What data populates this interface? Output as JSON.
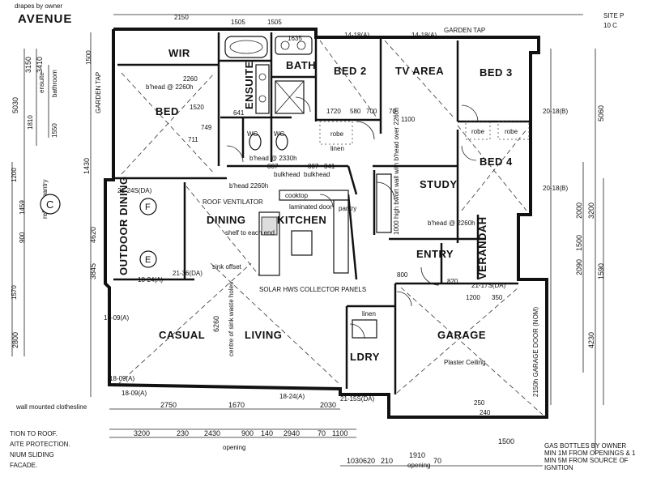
{
  "street": "AVENUE",
  "street_note": "drapes by owner",
  "rooms": {
    "wir": "WIR",
    "bed": "BED",
    "ensuite": "ENSUITE",
    "bath": "BATH",
    "bed2": "BED 2",
    "tv": "TV AREA",
    "bed3": "BED 3",
    "bed4": "BED 4",
    "study": "STUDY",
    "outdoor": "OUTDOOR DINING",
    "dining": "DINING",
    "kitchen": "KITCHEN",
    "entry": "ENTRY",
    "verandah": "VERANDAH",
    "casual": "CASUAL",
    "living": "LIVING",
    "ldry": "LDRY",
    "garage": "GARAGE",
    "garage_ceiling": "Plaster Ceiling",
    "wc1": "WC",
    "wc2": "WC"
  },
  "labels": {
    "garden_tap_top": "GARDEN TAP",
    "garden_tap_left": "GARDEN TAP",
    "bhead_bed": "b'head @ 2260h",
    "bhead_hall": "b'head @ 2330h",
    "bhead_dining": "b'head 2260h",
    "bhead_entry": "b'head @ 2260h",
    "roof_vent": "ROOF VENTILATOR",
    "shelf": "shelf to each end",
    "sink_offset": "sink offset",
    "solar": "SOLAR HWS COLLECTOR PANELS",
    "sink_waste": "centre of sink waste holes",
    "clothesline": "wall mounted clothesline",
    "garage_door": "2150h GARAGE DOOR (NOM)",
    "study_note": "1000 high bwort wall with b'head over 2260h",
    "laminated_door": "laminated door",
    "cooktop": "cooktop",
    "bulkhead1": "bulkhead",
    "bulkhead2": "bulkhead",
    "linen1": "linen",
    "linen2": "linen",
    "robe1": "robe",
    "robe2": "robe",
    "robe3": "robe",
    "pantry": "pantry",
    "circle_c": "C",
    "circle_f": "F",
    "circle_e": "E",
    "opening1": "opening",
    "opening2": "opening",
    "bathroom_note": "bathroom",
    "ensuite_note": "ensuite",
    "pantry_note": "ref w/o pantry",
    "street_right1": "SITE P",
    "street_right2": "10 C"
  },
  "notes_bottom": [
    "TION TO ROOF.",
    "AITE PROTECTION.",
    "NIUM SLIDING",
    "FACADE."
  ],
  "notes_gas": [
    "GAS BOTTLES BY OWNER",
    "MIN 1M FROM OPENINGS & 1",
    "MIN 5M FROM SOURCE OF",
    "IGNITION"
  ],
  "dims_bottom_outer": [
    "3200",
    "230",
    "2430",
    "900",
    "140",
    "2940",
    "70",
    "1100"
  ],
  "dims_bottom_inner": [
    "2750",
    "1670",
    "2030"
  ],
  "dims_bottom_right": [
    "1030",
    "620",
    "210",
    "1910",
    "70",
    "1500"
  ],
  "dims_top": [
    "2150",
    "1505",
    "1505",
    "1635",
    "14-18(A)",
    "14-18(A)"
  ],
  "dims_left": [
    "5030",
    "3150",
    "3410",
    "1430",
    "4620",
    "3845",
    "6260",
    "2800"
  ],
  "dims_left_small": [
    "1500",
    "1810",
    "1550",
    "1200",
    "1459",
    "900",
    "1570"
  ],
  "dims_right": [
    "5060",
    "2000",
    "3200",
    "1500",
    "2090",
    "4230",
    "1590"
  ],
  "dims_inner": [
    "1720",
    "580",
    "700",
    "1520",
    "2260",
    "711",
    "749",
    "1200",
    "350",
    "250",
    "240",
    "820",
    "641",
    "807",
    "807",
    "341",
    "1100",
    "70",
    "800"
  ],
  "wall_marks": [
    "21-24S(DA)",
    "21-36(DA)",
    "18-24(A)",
    "18-09(A)",
    "18-09(A)",
    "18-24(A)",
    "21-15S(DA)",
    "20-18(B)",
    "20-18(B)",
    "21-17S(DA)",
    "18-09(A)"
  ]
}
